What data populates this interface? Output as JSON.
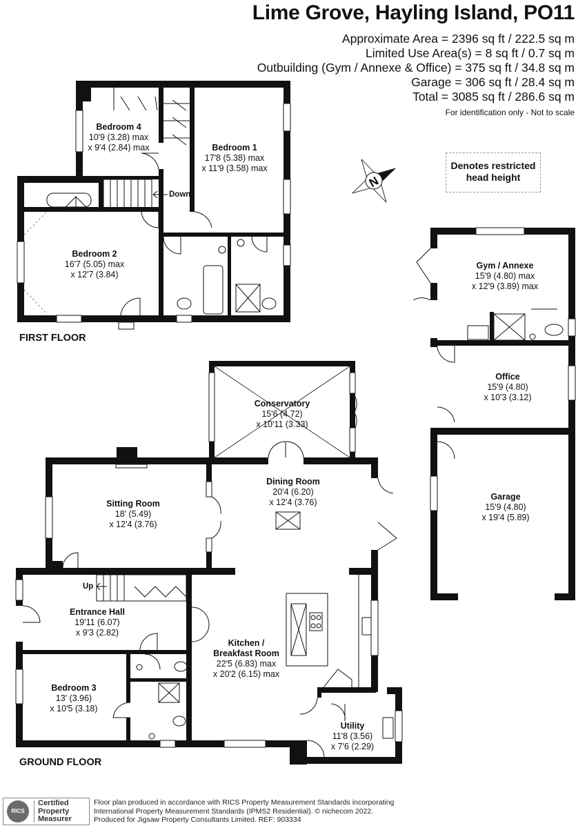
{
  "header": {
    "title": "Lime Grove, Hayling Island, PO11",
    "areas": [
      "Approximate Area = 2396 sq ft / 222.5 sq m",
      "Limited Use Area(s) = 8 sq ft / 0.7 sq m",
      "Outbuilding (Gym / Annexe & Office) = 375 sq ft / 34.8 sq m",
      "Garage = 306 sq ft / 28.4 sq m",
      "Total = 3085 sq ft / 286.6 sq m"
    ],
    "scale_note": "For identification only - Not to scale"
  },
  "compass": {
    "letter": "N"
  },
  "legend": {
    "restricted": [
      "Denotes restricted",
      "head height"
    ]
  },
  "floors": {
    "first": "FIRST FLOOR",
    "ground": "GROUND FLOOR"
  },
  "stair_labels": {
    "down": "Down",
    "up": "Up"
  },
  "rooms": {
    "bedroom4": {
      "name": "Bedroom 4",
      "dims": [
        "10'9 (3.28) max",
        "x 9'4 (2.84) max"
      ]
    },
    "bedroom1": {
      "name": "Bedroom 1",
      "dims": [
        "17'8 (5.38) max",
        "x 11'9 (3.58) max"
      ]
    },
    "bedroom2": {
      "name": "Bedroom 2",
      "dims": [
        "16'7 (5.05) max",
        "x 12'7 (3.84)"
      ]
    },
    "gym": {
      "name": "Gym / Annexe",
      "dims": [
        "15'9 (4.80) max",
        "x 12'9 (3.89) max"
      ]
    },
    "office": {
      "name": "Office",
      "dims": [
        "15'9 (4.80)",
        "x 10'3 (3.12)"
      ]
    },
    "garage": {
      "name": "Garage",
      "dims": [
        "15'9 (4.80)",
        "x 19'4 (5.89)"
      ]
    },
    "conservatory": {
      "name": "Conservatory",
      "dims": [
        "15'6 (4.72)",
        "x 10'11 (3.33)"
      ]
    },
    "dining": {
      "name": "Dining Room",
      "dims": [
        "20'4 (6.20)",
        "x 12'4 (3.76)"
      ]
    },
    "sitting": {
      "name": "Sitting Room",
      "dims": [
        "18' (5.49)",
        "x 12'4 (3.76)"
      ]
    },
    "hall": {
      "name": "Entrance Hall",
      "dims": [
        "19'11 (6.07)",
        "x 9'3 (2.82)"
      ]
    },
    "kitchen": {
      "name": "Kitchen /",
      "name2": "Breakfast Room",
      "dims": [
        "22'5 (6.83) max",
        "x 20'2 (6.15) max"
      ]
    },
    "bedroom3": {
      "name": "Bedroom 3",
      "dims": [
        "13' (3.96)",
        "x 10'5 (3.18)"
      ]
    },
    "utility": {
      "name": "Utility",
      "dims": [
        "11'8 (3.56)",
        "x 7'6 (2.29)"
      ]
    }
  },
  "footer": {
    "badge": [
      "Certified",
      "Property",
      "Measurer"
    ],
    "badge_logo": "RICS",
    "lines": [
      "Floor plan produced in accordance with RICS Property Measurement Standards incorporating",
      "International Property Measurement Standards (IPMS2 Residential).  © nichecom 2022.",
      "Produced for Jigsaw Property Consultants Limited.   REF:  903334"
    ]
  }
}
